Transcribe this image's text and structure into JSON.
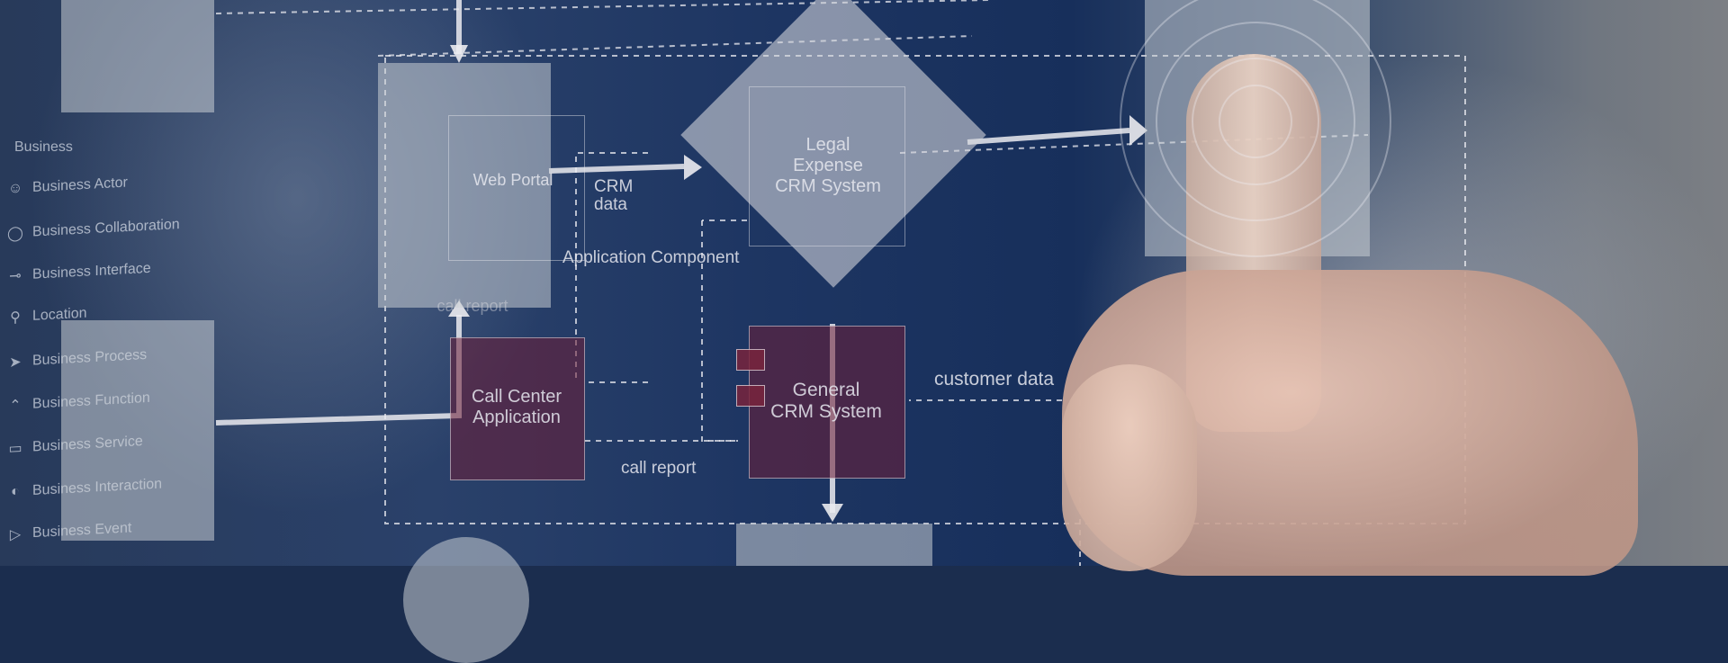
{
  "sidebar": {
    "header": "Business",
    "items": [
      {
        "label": "Business Actor",
        "icon": "actor-icon"
      },
      {
        "label": "Business Collaboration",
        "icon": "collaboration-icon"
      },
      {
        "label": "Business Interface",
        "icon": "interface-icon"
      },
      {
        "label": "Location",
        "icon": "location-icon"
      },
      {
        "label": "Business Process",
        "icon": "process-icon"
      },
      {
        "label": "Business Function",
        "icon": "function-icon"
      },
      {
        "label": "Business Service",
        "icon": "service-icon"
      },
      {
        "label": "Business Interaction",
        "icon": "interaction-icon"
      },
      {
        "label": "Business Event",
        "icon": "event-icon"
      }
    ]
  },
  "diagram": {
    "web_portal": "Web Portal",
    "crm_data": [
      "CRM",
      "data"
    ],
    "legal_crm": [
      "Legal",
      "Expense",
      "CRM System"
    ],
    "application_component": "Application Component",
    "call_center": [
      "Call Center",
      "Application"
    ],
    "general_crm": [
      "General",
      "CRM System"
    ],
    "customer_data": "customer data",
    "call_report": "call report",
    "call_report_faded": "call report"
  }
}
